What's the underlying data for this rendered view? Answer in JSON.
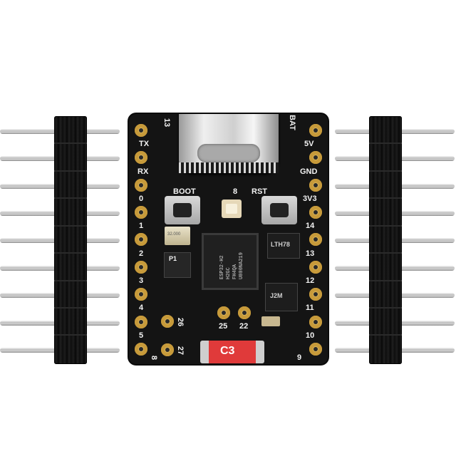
{
  "board": {
    "left_labels": [
      "13",
      "TX",
      "RX",
      "0",
      "1",
      "2",
      "3",
      "4",
      "5",
      "8"
    ],
    "right_labels": [
      "BAT",
      "5V",
      "GND",
      "3V3",
      "14",
      "13",
      "12",
      "11",
      "10",
      "9"
    ],
    "button_labels": {
      "boot": "BOOT",
      "middle": "8",
      "reset": "RST"
    },
    "bottom_pad_labels": [
      "26",
      "27",
      "25",
      "22"
    ],
    "chip_text": [
      "ESP32-H2",
      "H2GC",
      "FH4QA",
      "U800NA219"
    ],
    "small_labels": {
      "p1": "P1",
      "lth": "LTH78",
      "j2m": "J2M"
    },
    "xtal_text": "32.000",
    "module_label": "C3"
  }
}
